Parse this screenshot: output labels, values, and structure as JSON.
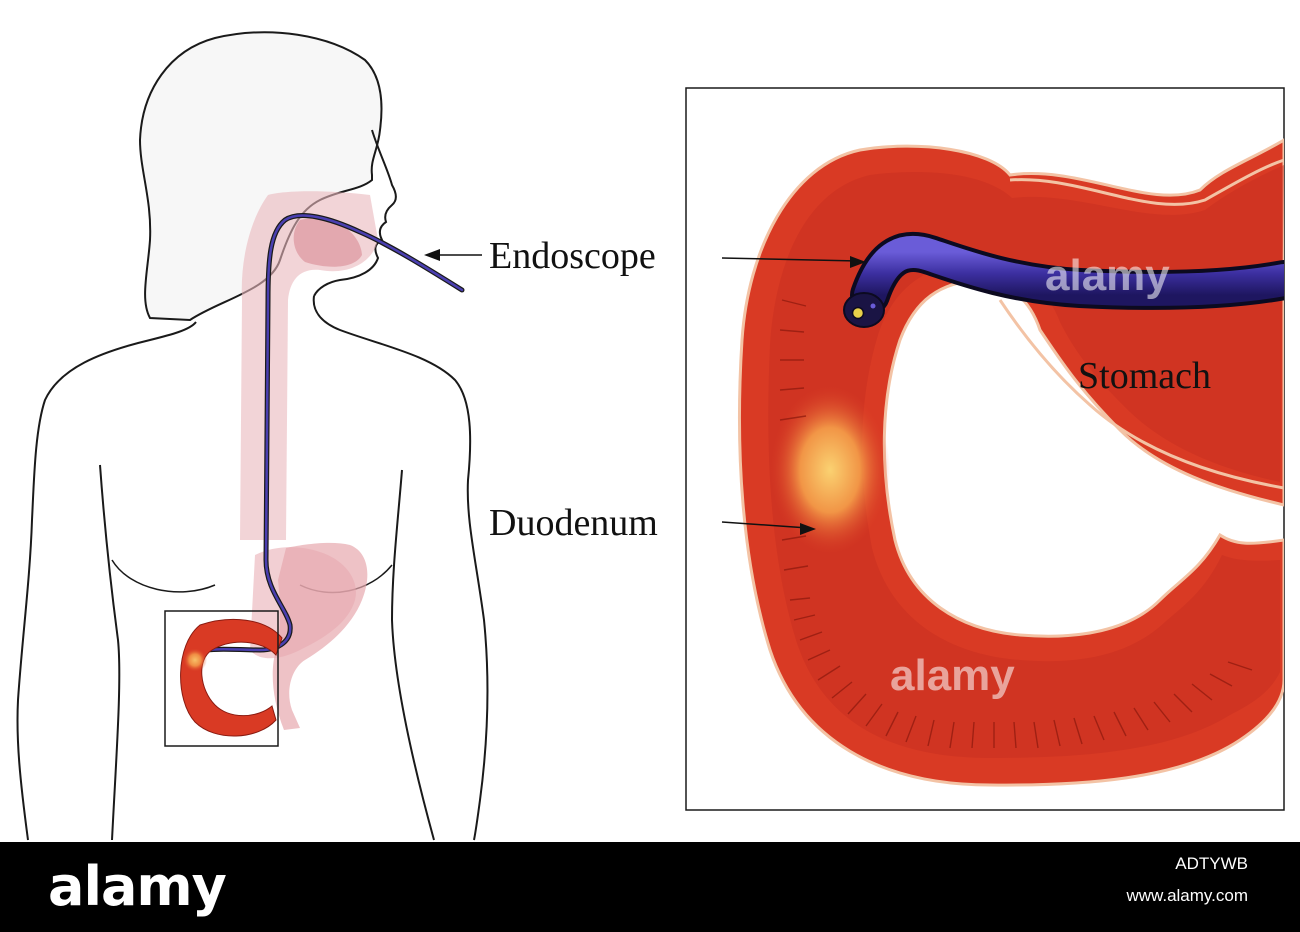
{
  "labels": {
    "endoscope": "Endoscope",
    "duodenum": "Duodenum",
    "stomach": "Stomach"
  },
  "watermark": "alamy",
  "footer": {
    "logo": "alamy",
    "image_id": "ADTYWB",
    "url": "www.alamy.com"
  },
  "colors": {
    "intestine_red": "#d93a24",
    "intestine_dark": "#a71e12",
    "lining_highlight": "#f6a46c",
    "scope_blue": "#3c2fa0",
    "body_outline": "#1a1a1a",
    "organ_pink": "#e9b7bd"
  }
}
